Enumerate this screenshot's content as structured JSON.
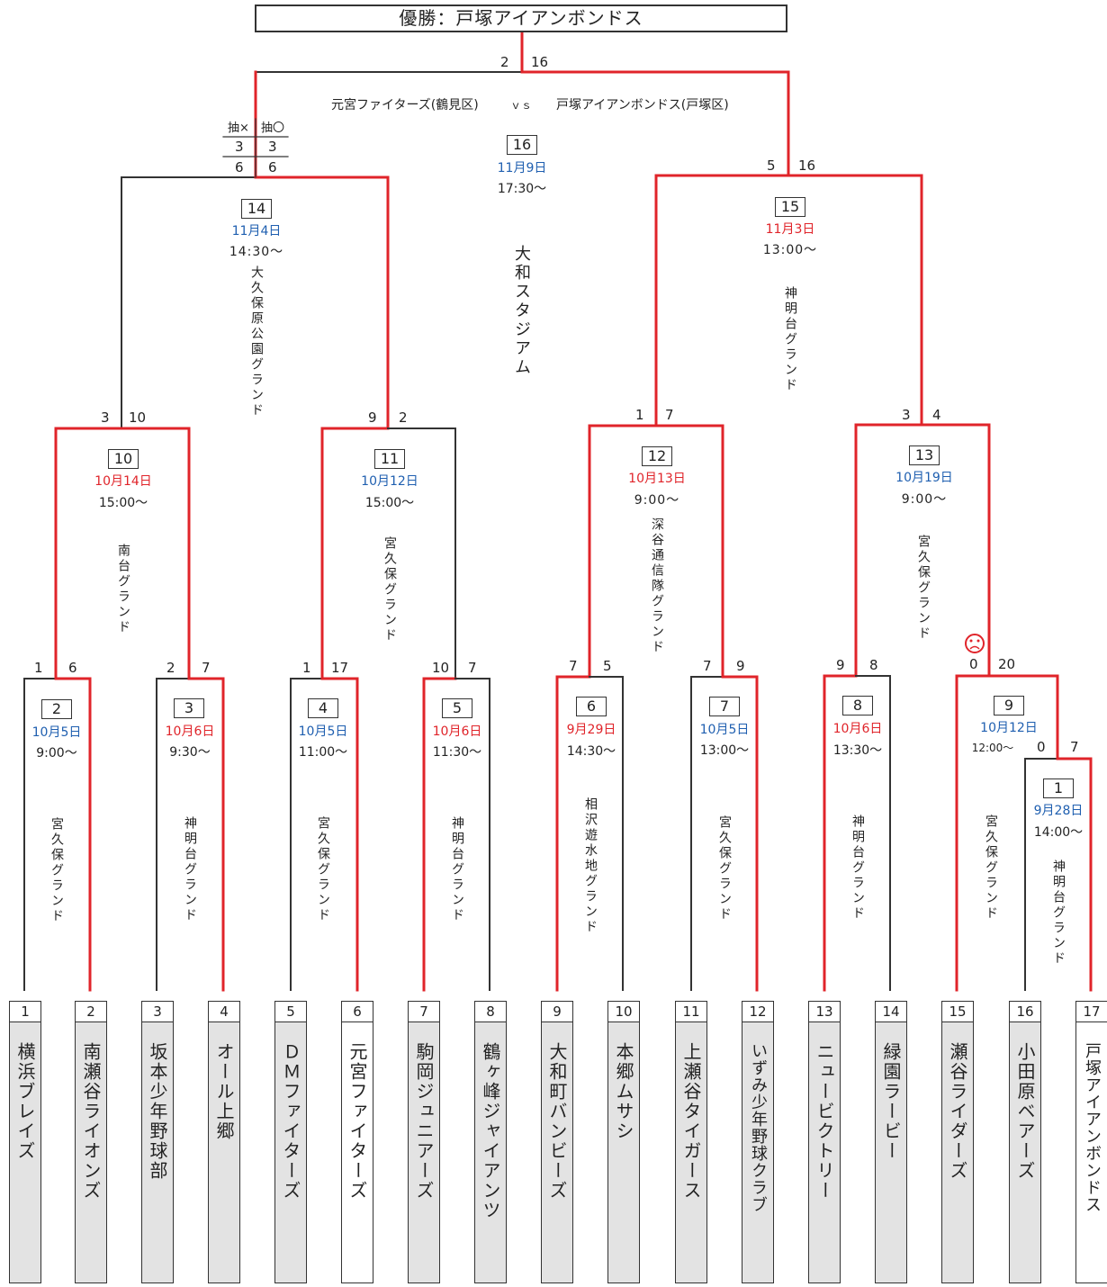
{
  "title": "優勝：戸塚アイアンボンドス",
  "final": {
    "left_team": "元宮ファイターズ(鶴見区)",
    "vs": "ｖｓ",
    "right_team": "戸塚アイアンボンドス(戸塚区)",
    "match_no": "16",
    "date": "11月9日",
    "time": "17:30～",
    "venue": "大和スタジアム",
    "score_left": "2",
    "score_right": "16",
    "lot_left_label": "抽×",
    "lot_right_label": "抽〇",
    "lot_row1_left": "3",
    "lot_row1_right": "3",
    "lot_row2_left": "6",
    "lot_row2_right": "6"
  },
  "matches": [
    {
      "no": "14",
      "date": "11月4日",
      "date_color": "blue",
      "time": "14:30～",
      "venue": "大久保原公園グランド",
      "score_left": "",
      "score_right": ""
    },
    {
      "no": "15",
      "date": "11月3日",
      "date_color": "red",
      "time": "13:00～",
      "venue": "神明台グランド",
      "score_left": "5",
      "score_right": "16"
    },
    {
      "no": "10",
      "date": "10月14日",
      "date_color": "red",
      "time": "15:00～",
      "venue": "南台グランド",
      "score_left": "3",
      "score_right": "10"
    },
    {
      "no": "11",
      "date": "10月12日",
      "date_color": "blue",
      "time": "15:00～",
      "venue": "宮久保グランド",
      "score_left": "9",
      "score_right": "2"
    },
    {
      "no": "12",
      "date": "10月13日",
      "date_color": "red",
      "time": "9:00～",
      "venue": "深谷通信隊グランド",
      "score_left": "1",
      "score_right": "7"
    },
    {
      "no": "13",
      "date": "10月19日",
      "date_color": "blue",
      "time": "9:00～",
      "venue": "宮久保グランド",
      "score_left": "3",
      "score_right": "4"
    },
    {
      "no": "2",
      "date": "10月5日",
      "date_color": "blue",
      "time": "9:00～",
      "venue": "宮久保グランド",
      "score_left": "1",
      "score_right": "6"
    },
    {
      "no": "3",
      "date": "10月6日",
      "date_color": "red",
      "time": "9:30～",
      "venue": "神明台グランド",
      "score_left": "2",
      "score_right": "7"
    },
    {
      "no": "4",
      "date": "10月5日",
      "date_color": "blue",
      "time": "11:00～",
      "venue": "宮久保グランド",
      "score_left": "1",
      "score_right": "17"
    },
    {
      "no": "5",
      "date": "10月6日",
      "date_color": "red",
      "time": "11:30～",
      "venue": "神明台グランド",
      "score_left": "10",
      "score_right": "7"
    },
    {
      "no": "6",
      "date": "9月29日",
      "date_color": "red",
      "time": "14:30～",
      "venue": "相沢遊水地グランド",
      "score_left": "7",
      "score_right": "5"
    },
    {
      "no": "7",
      "date": "10月5日",
      "date_color": "blue",
      "time": "13:00～",
      "venue": "宮久保グランド",
      "score_left": "7",
      "score_right": "9"
    },
    {
      "no": "8",
      "date": "10月6日",
      "date_color": "red",
      "time": "13:30～",
      "venue": "神明台グランド",
      "score_left": "9",
      "score_right": "8"
    },
    {
      "no": "9",
      "date": "10月12日",
      "date_color": "blue",
      "time": "12:00～",
      "venue": "宮久保グランド",
      "score_left": "0",
      "score_right": "20"
    },
    {
      "no": "1",
      "date": "9月28日",
      "date_color": "blue",
      "time": "14:00～",
      "venue": "神明台グランド",
      "score_left": "0",
      "score_right": "7"
    }
  ],
  "teams": [
    {
      "no": "1",
      "name": "横浜ブレイズ"
    },
    {
      "no": "2",
      "name": "南瀬谷ライオンズ"
    },
    {
      "no": "3",
      "name": "坂本少年野球部"
    },
    {
      "no": "4",
      "name": "オール上郷"
    },
    {
      "no": "5",
      "name": "ＤＭファイターズ"
    },
    {
      "no": "6",
      "name": "元宮ファイターズ"
    },
    {
      "no": "7",
      "name": "駒岡ジュニアーズ"
    },
    {
      "no": "8",
      "name": "鶴ヶ峰ジャイアンツ"
    },
    {
      "no": "9",
      "name": "大和町バンビーズ"
    },
    {
      "no": "10",
      "name": "本郷ムサシ"
    },
    {
      "no": "11",
      "name": "上瀬谷タイガース"
    },
    {
      "no": "12",
      "name": "いずみ少年野球クラブ"
    },
    {
      "no": "13",
      "name": "ニュービクトリー"
    },
    {
      "no": "14",
      "name": "緑園ラービー"
    },
    {
      "no": "15",
      "name": "瀬谷ライダーズ"
    },
    {
      "no": "16",
      "name": "小田原ベアーズ"
    },
    {
      "no": "17",
      "name": "戸塚アイアンボンドス"
    }
  ],
  "colors": {
    "winner_line": "#e0242a",
    "loser_line": "#333333",
    "date_blue": "#1f5fb0",
    "date_red": "#e0242a",
    "card_fill": "#e3e3e3"
  }
}
